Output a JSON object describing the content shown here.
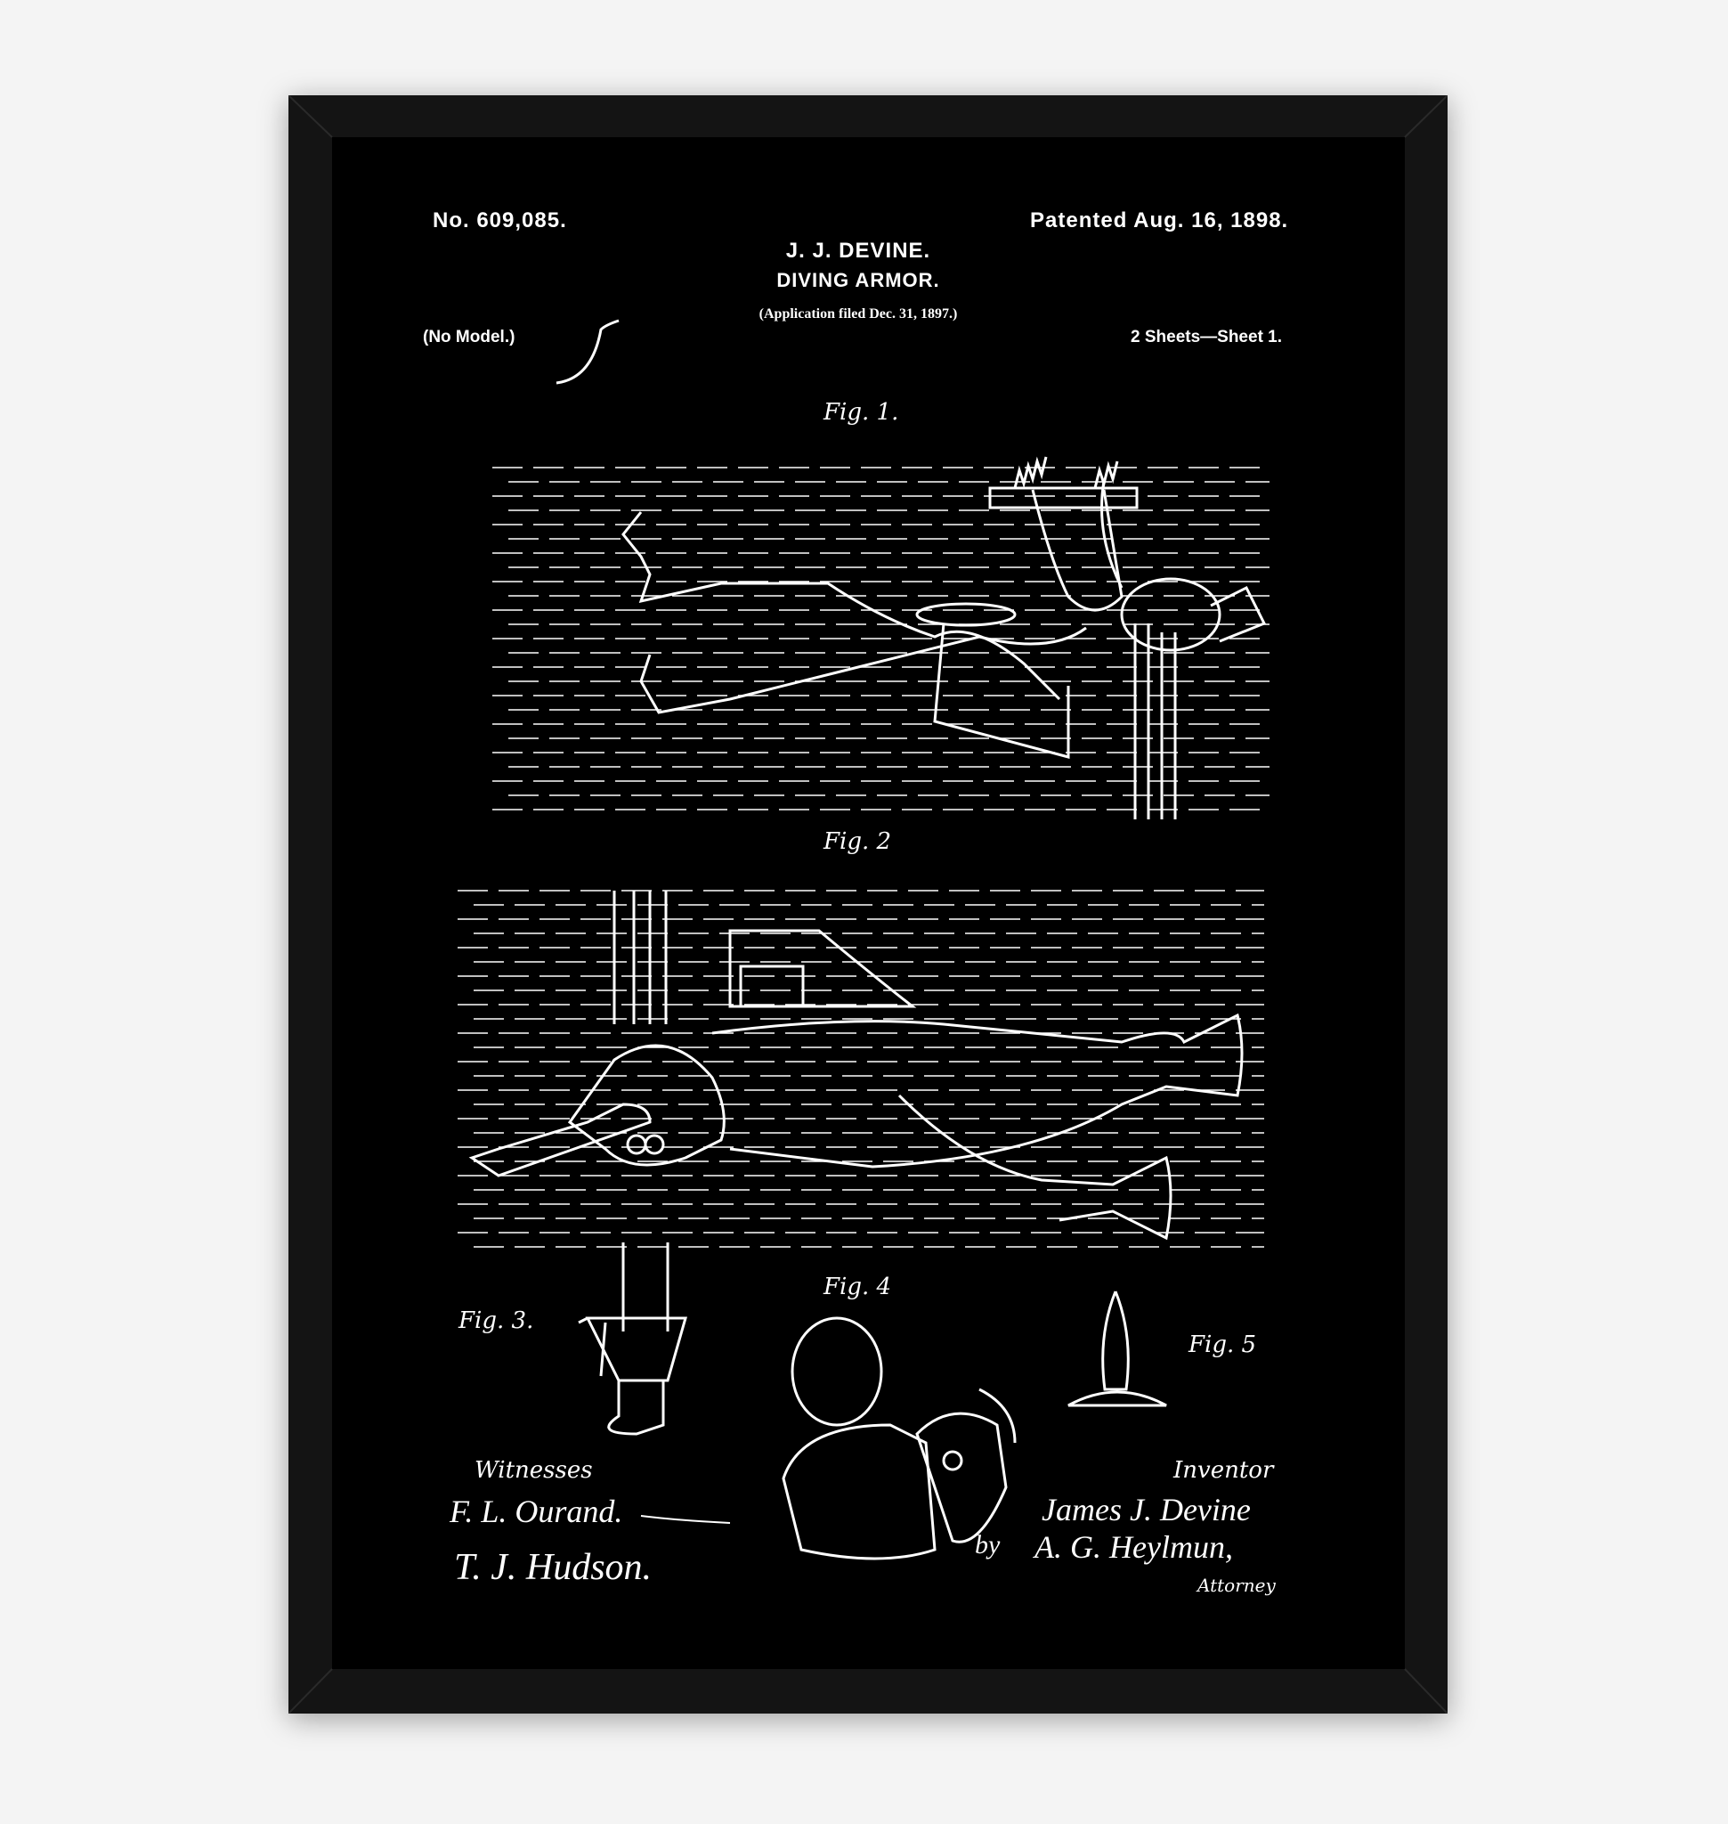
{
  "patent": {
    "number": "No. 609,085.",
    "patented": "Patented Aug. 16, 1898.",
    "inventor_name": "J. J. DEVINE.",
    "title": "DIVING ARMOR.",
    "application": "(Application filed Dec. 31, 1897.)",
    "model": "(No Model.)",
    "sheets": "2 Sheets—Sheet 1."
  },
  "figures": {
    "fig1": "Fig. 1.",
    "fig2": "Fig. 2",
    "fig3": "Fig. 3.",
    "fig4": "Fig. 4",
    "fig5": "Fig. 5"
  },
  "signatures": {
    "witnesses_label": "Witnesses",
    "witness1": "F. L. Ourand.",
    "witness2": "T. J. Hudson.",
    "inventor_label": "Inventor",
    "inventor_signature": "James J. Devine",
    "by": "by",
    "attorney_signature": "A. G. Heylmun,",
    "attorney_label": "Attorney"
  },
  "colors": {
    "frame": "#141414",
    "paper": "#000000",
    "ink": "#ffffff",
    "wall": "#f4f4f4"
  }
}
